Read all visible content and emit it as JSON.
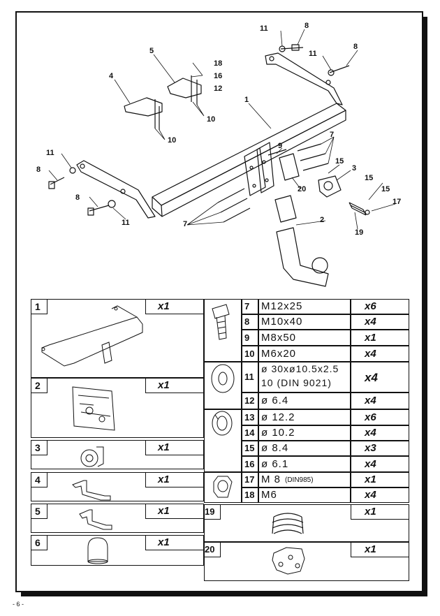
{
  "page_number": "- 6 -",
  "callouts": {
    "c1": "1",
    "c2": "2",
    "c3": "3",
    "c4": "4",
    "c5": "5",
    "c7a": "7",
    "c7b": "7",
    "c8a": "8",
    "c8b": "8",
    "c8c": "8",
    "c8d": "8",
    "c9": "9",
    "c10a": "10",
    "c10b": "10",
    "c11a": "11",
    "c11b": "11",
    "c11c": "11",
    "c11d": "11",
    "c12": "12",
    "c15a": "15",
    "c15b": "15",
    "c15c": "15",
    "c16": "16",
    "c17": "17",
    "c18": "18",
    "c19": "19",
    "c20": "20"
  },
  "parts_left": [
    {
      "num": "1",
      "qty": "x1"
    },
    {
      "num": "2",
      "qty": "x1"
    },
    {
      "num": "3",
      "qty": "x1"
    },
    {
      "num": "4",
      "qty": "x1"
    },
    {
      "num": "5",
      "qty": "x1"
    },
    {
      "num": "6",
      "qty": "x1"
    }
  ],
  "parts_right": [
    {
      "num": "7",
      "spec": "M12x25",
      "qty": "x6"
    },
    {
      "num": "8",
      "spec": "M10x40",
      "qty": "x4"
    },
    {
      "num": "9",
      "spec": "M8x50",
      "qty": "x1"
    },
    {
      "num": "10",
      "spec": "M6x20",
      "qty": "x4"
    },
    {
      "num": "11",
      "spec": "ø 30xø10.5x2.5",
      "spec2": "10   (DIN 9021)",
      "qty": "x4"
    },
    {
      "num": "12",
      "spec": "ø 6.4",
      "qty": "x4"
    },
    {
      "num": "13",
      "spec": "ø 12.2",
      "qty": "x6"
    },
    {
      "num": "14",
      "spec": "ø 10.2",
      "qty": "x4"
    },
    {
      "num": "15",
      "spec": "ø 8.4",
      "qty": "x3"
    },
    {
      "num": "16",
      "spec": "ø 6.1",
      "qty": "x4"
    },
    {
      "num": "17",
      "spec": "M 8",
      "spec_small": "(DIN985)",
      "qty": "x1"
    },
    {
      "num": "18",
      "spec": "M6",
      "qty": "x4"
    },
    {
      "num": "19",
      "qty": "x1"
    },
    {
      "num": "20",
      "qty": "x1"
    }
  ]
}
